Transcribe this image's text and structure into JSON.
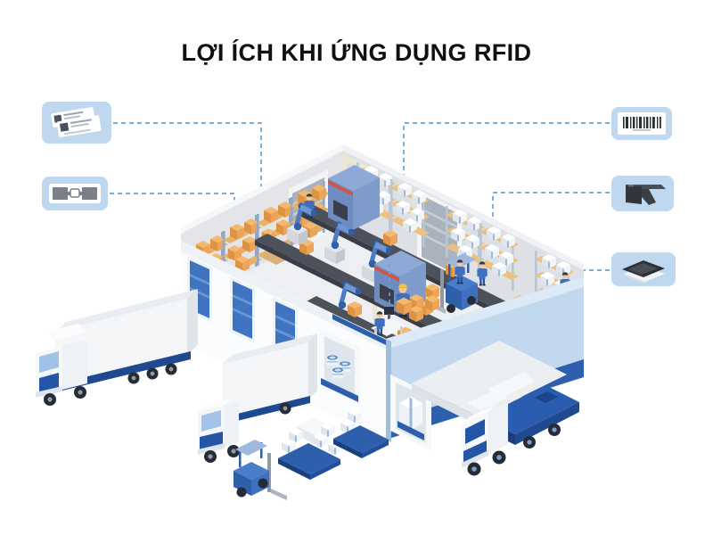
{
  "title": "LỢI ÍCH KHI ỨNG DỤNG RFID",
  "colors": {
    "title_color": "#101010",
    "callout_bg": "#bfd8ef",
    "dash_line": "#66a0d8",
    "accent_blue": "#2a5cb0",
    "dark_navy": "#1b3f7e",
    "wall_gray": "#e3e5e9",
    "wall_blue": "#c2d8ee",
    "floor_gray": "#edeff2",
    "box_orange": "#e89a4f",
    "device_dark": "#32353b"
  },
  "callouts": [
    {
      "id": "rfid-labels",
      "icon": "rfid-labels-icon"
    },
    {
      "id": "rfid-inlay",
      "icon": "rfid-inlay-icon"
    },
    {
      "id": "barcode-label",
      "icon": "barcode-label-icon"
    },
    {
      "id": "handheld-rfid-reader",
      "icon": "handheld-rfid-reader-icon"
    },
    {
      "id": "desktop-rfid-reader",
      "icon": "desktop-rfid-reader-icon"
    }
  ],
  "scene": {
    "elements": [
      "warehouse-building",
      "rack-shelves",
      "conveyor-lines",
      "scanner-portals",
      "robot-arms",
      "warehouse-workers",
      "forklifts",
      "semi-truck",
      "box-truck",
      "flatbed-truck",
      "pallet-stacks",
      "dock-drums",
      "dock-crate"
    ]
  }
}
